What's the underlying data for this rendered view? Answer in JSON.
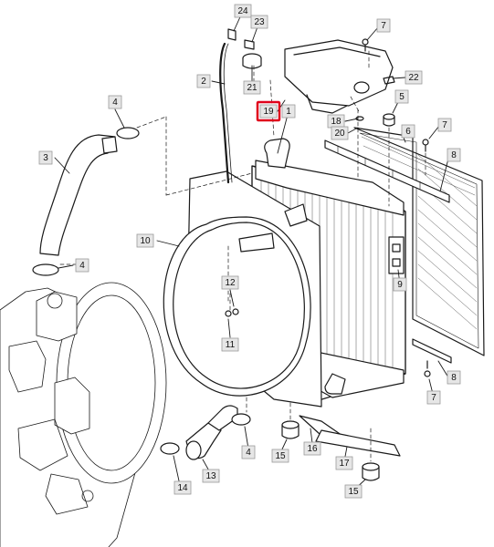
{
  "highlight_color": "#e0001b",
  "callout_fill": "#e6e6e6",
  "callouts": [
    {
      "id": "c24",
      "label": "24"
    },
    {
      "id": "c23",
      "label": "23"
    },
    {
      "id": "c7a",
      "label": "7"
    },
    {
      "id": "c2",
      "label": "2"
    },
    {
      "id": "c21",
      "label": "21"
    },
    {
      "id": "c22",
      "label": "22"
    },
    {
      "id": "c4a",
      "label": "4"
    },
    {
      "id": "c5",
      "label": "5"
    },
    {
      "id": "c19",
      "label": "19"
    },
    {
      "id": "c1",
      "label": "1"
    },
    {
      "id": "c18",
      "label": "18"
    },
    {
      "id": "c20",
      "label": "20"
    },
    {
      "id": "c6",
      "label": "6"
    },
    {
      "id": "c7b",
      "label": "7"
    },
    {
      "id": "c3",
      "label": "3"
    },
    {
      "id": "c8a",
      "label": "8"
    },
    {
      "id": "c10",
      "label": "10"
    },
    {
      "id": "c4b",
      "label": "4"
    },
    {
      "id": "c9",
      "label": "9"
    },
    {
      "id": "c12",
      "label": "12"
    },
    {
      "id": "c11",
      "label": "11"
    },
    {
      "id": "c8b",
      "label": "8"
    },
    {
      "id": "c7c",
      "label": "7"
    },
    {
      "id": "c4c",
      "label": "4"
    },
    {
      "id": "c16",
      "label": "16"
    },
    {
      "id": "c15a",
      "label": "15"
    },
    {
      "id": "c13",
      "label": "13"
    },
    {
      "id": "c14",
      "label": "14"
    },
    {
      "id": "c17",
      "label": "17"
    },
    {
      "id": "c15b",
      "label": "15"
    }
  ]
}
